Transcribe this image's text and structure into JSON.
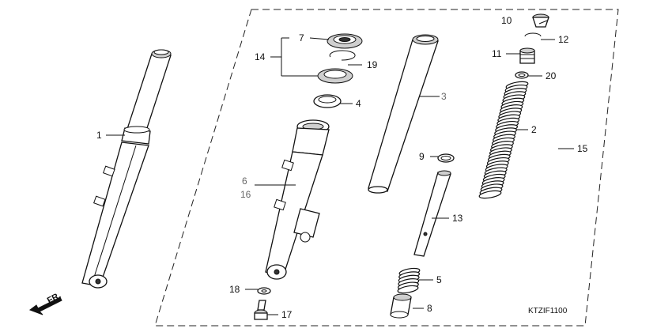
{
  "diagram": {
    "code": "KTZIF1100",
    "direction_label": "FR.",
    "callouts": {
      "c1": "1",
      "c2": "2",
      "c3": "3",
      "c4": "4",
      "c5": "5",
      "c6": "6",
      "c7": "7",
      "c8": "8",
      "c9": "9",
      "c10": "10",
      "c11": "11",
      "c12": "12",
      "c13": "13",
      "c14": "14",
      "c15": "15",
      "c16": "16",
      "c17": "17",
      "c18": "18",
      "c19": "19",
      "c20": "20"
    }
  }
}
